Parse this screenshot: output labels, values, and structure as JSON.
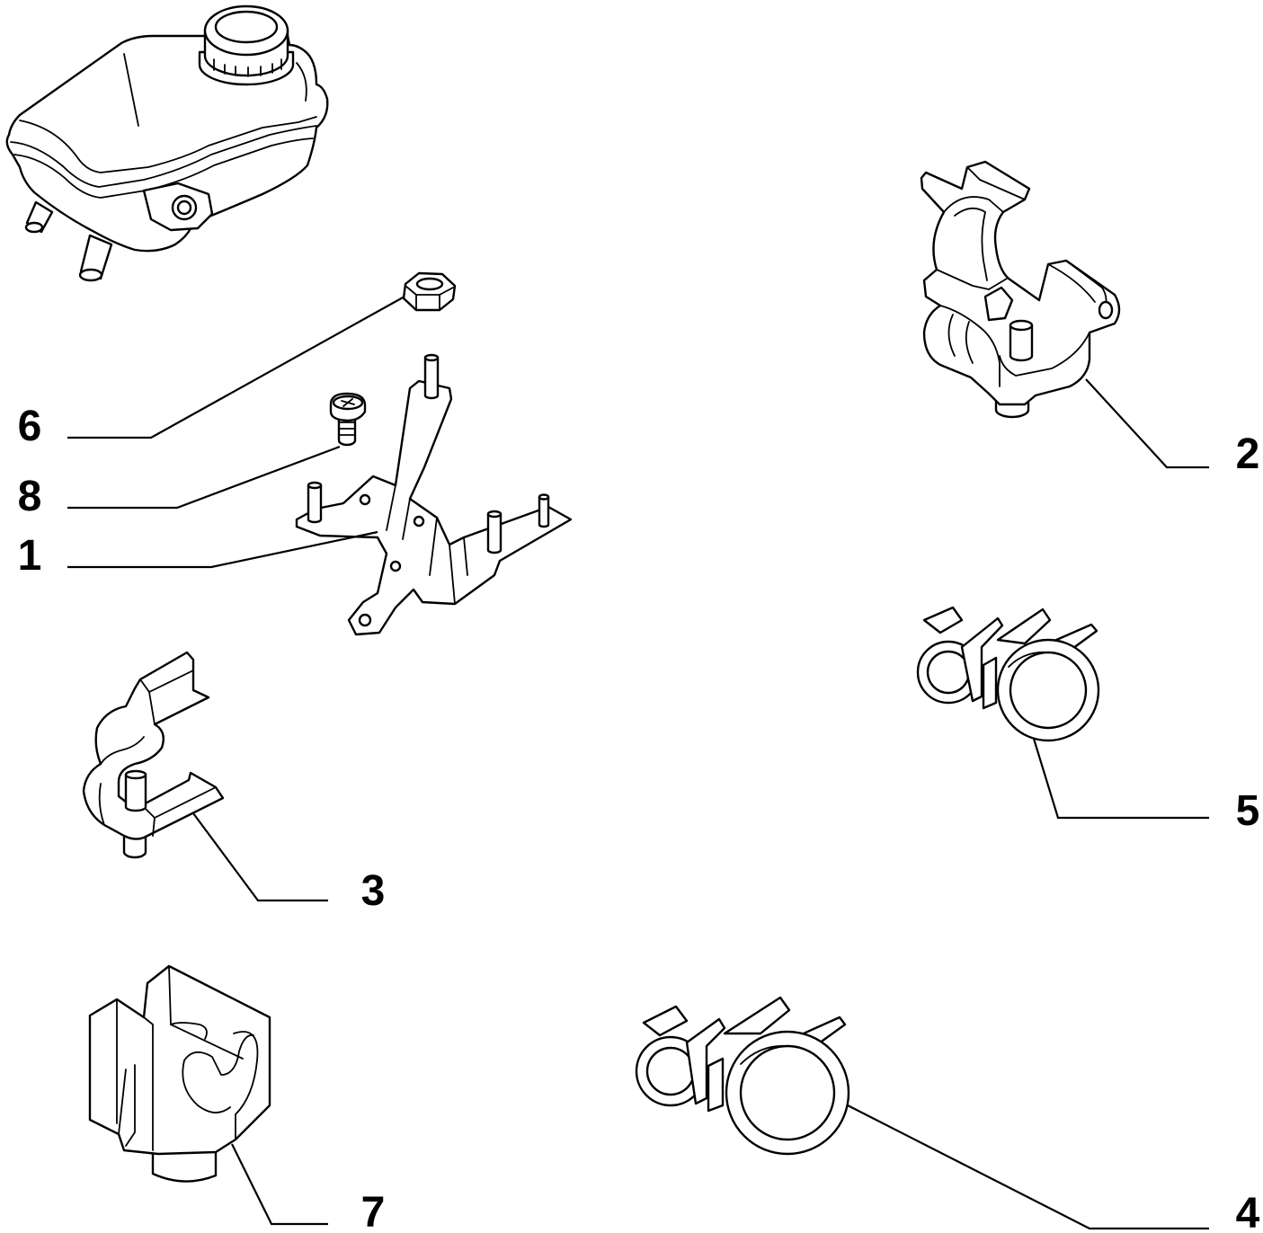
{
  "callouts": [
    {
      "label": "6"
    },
    {
      "label": "8"
    },
    {
      "label": "1"
    },
    {
      "label": "2"
    },
    {
      "label": "5"
    },
    {
      "label": "3"
    },
    {
      "label": "7"
    },
    {
      "label": "4"
    }
  ]
}
